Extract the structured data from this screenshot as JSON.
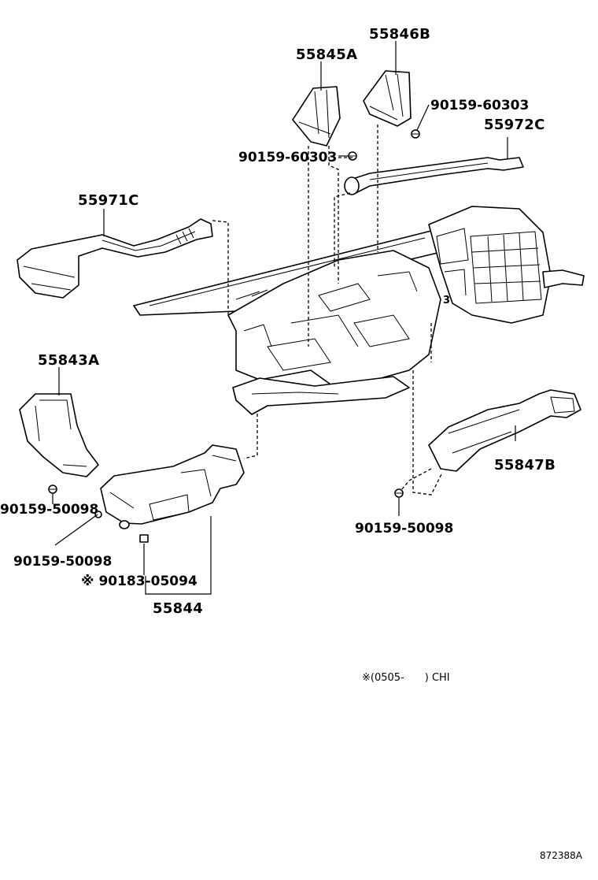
{
  "diagram": {
    "labels": {
      "p55846b": "55846B",
      "p55845a": "55845A",
      "bolt_60303_right": "90159-60303",
      "p55972c": "55972C",
      "bolt_60303_left": "90159-60303",
      "p55971c": "55971C",
      "p55843a": "55843A",
      "p55847b": "55847B",
      "bolt_50098_a": "90159-50098",
      "bolt_50098_b": "90159-50098",
      "bolt_50098_c": "90159-50098",
      "clip_05094": "※ 90183-05094",
      "p55844": "55844"
    },
    "note": "※(0505-　　) CHI",
    "reference": "872388A"
  }
}
